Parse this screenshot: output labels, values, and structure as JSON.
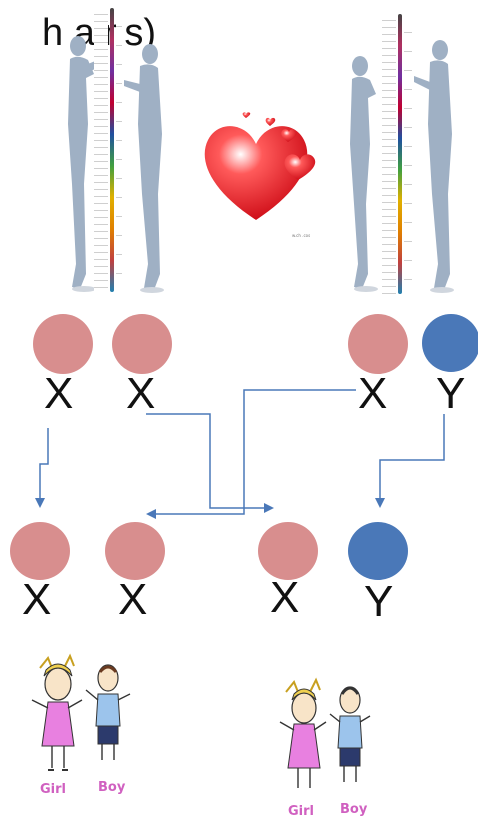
{
  "title": "h      ains)",
  "heart_caption": "w.ch .cos",
  "colors": {
    "female_allele": "#d88e8e",
    "male_allele": "#4a78b8",
    "arrow": "#4a78b8",
    "silhouette": "#9fb0c4",
    "heart": "#e8202a"
  },
  "parents": {
    "left": {
      "alleles": [
        {
          "letter": "X",
          "type": "female"
        },
        {
          "letter": "X",
          "type": "female"
        }
      ]
    },
    "right": {
      "alleles": [
        {
          "letter": "X",
          "type": "female"
        },
        {
          "letter": "Y",
          "type": "male"
        }
      ]
    }
  },
  "offspring": {
    "alleles": [
      {
        "letter": "X",
        "type": "female"
      },
      {
        "letter": "X",
        "type": "female"
      },
      {
        "letter": "X",
        "type": "female"
      },
      {
        "letter": "Y",
        "type": "male"
      }
    ]
  },
  "children": [
    {
      "girl_label": "Girl",
      "boy_label": "Boy"
    },
    {
      "girl_label": "Girl",
      "boy_label": "Boy"
    }
  ]
}
